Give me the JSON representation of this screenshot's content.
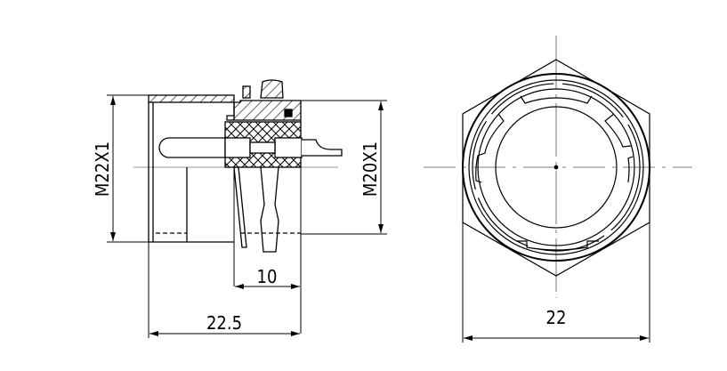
{
  "side_view": {
    "dim_m22": "M22X1",
    "dim_m20": "M20X1",
    "dim_10": "10",
    "dim_22_5": "22.5"
  },
  "front_view": {
    "dim_22": "22"
  },
  "colors": {
    "line": "#000000",
    "centerline": "#999999"
  }
}
